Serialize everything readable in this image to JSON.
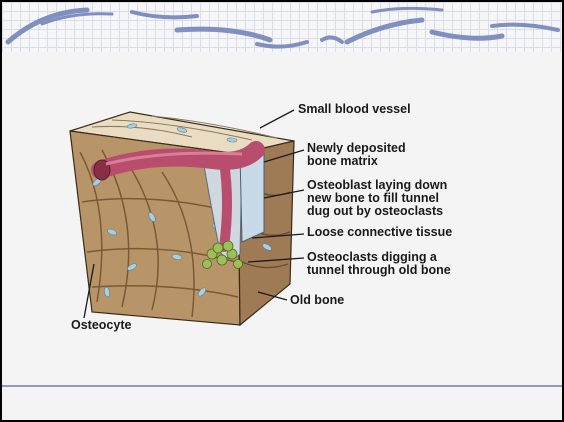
{
  "labels": {
    "small_blood_vessel": "Small blood vessel",
    "new_bone_matrix": "Newly deposited\nbone matrix",
    "osteoblast": "Osteoblast laying down\nnew bone to fill tunnel\ndug out by osteoclasts",
    "loose_tissue": "Loose connective tissue",
    "osteoclasts": "Osteoclasts digging a\ntunnel through old bone",
    "old_bone": "Old bone",
    "osteocyte": "Osteocyte"
  },
  "colors": {
    "bone_top": "#e9dcc3",
    "bone_front": "#b89568",
    "bone_side": "#9e7a55",
    "vessel": "#b84d6d",
    "swoosh": "#7f8fc0",
    "cells": "#a9cfe2",
    "osteoclast": "#9dbf5a"
  }
}
